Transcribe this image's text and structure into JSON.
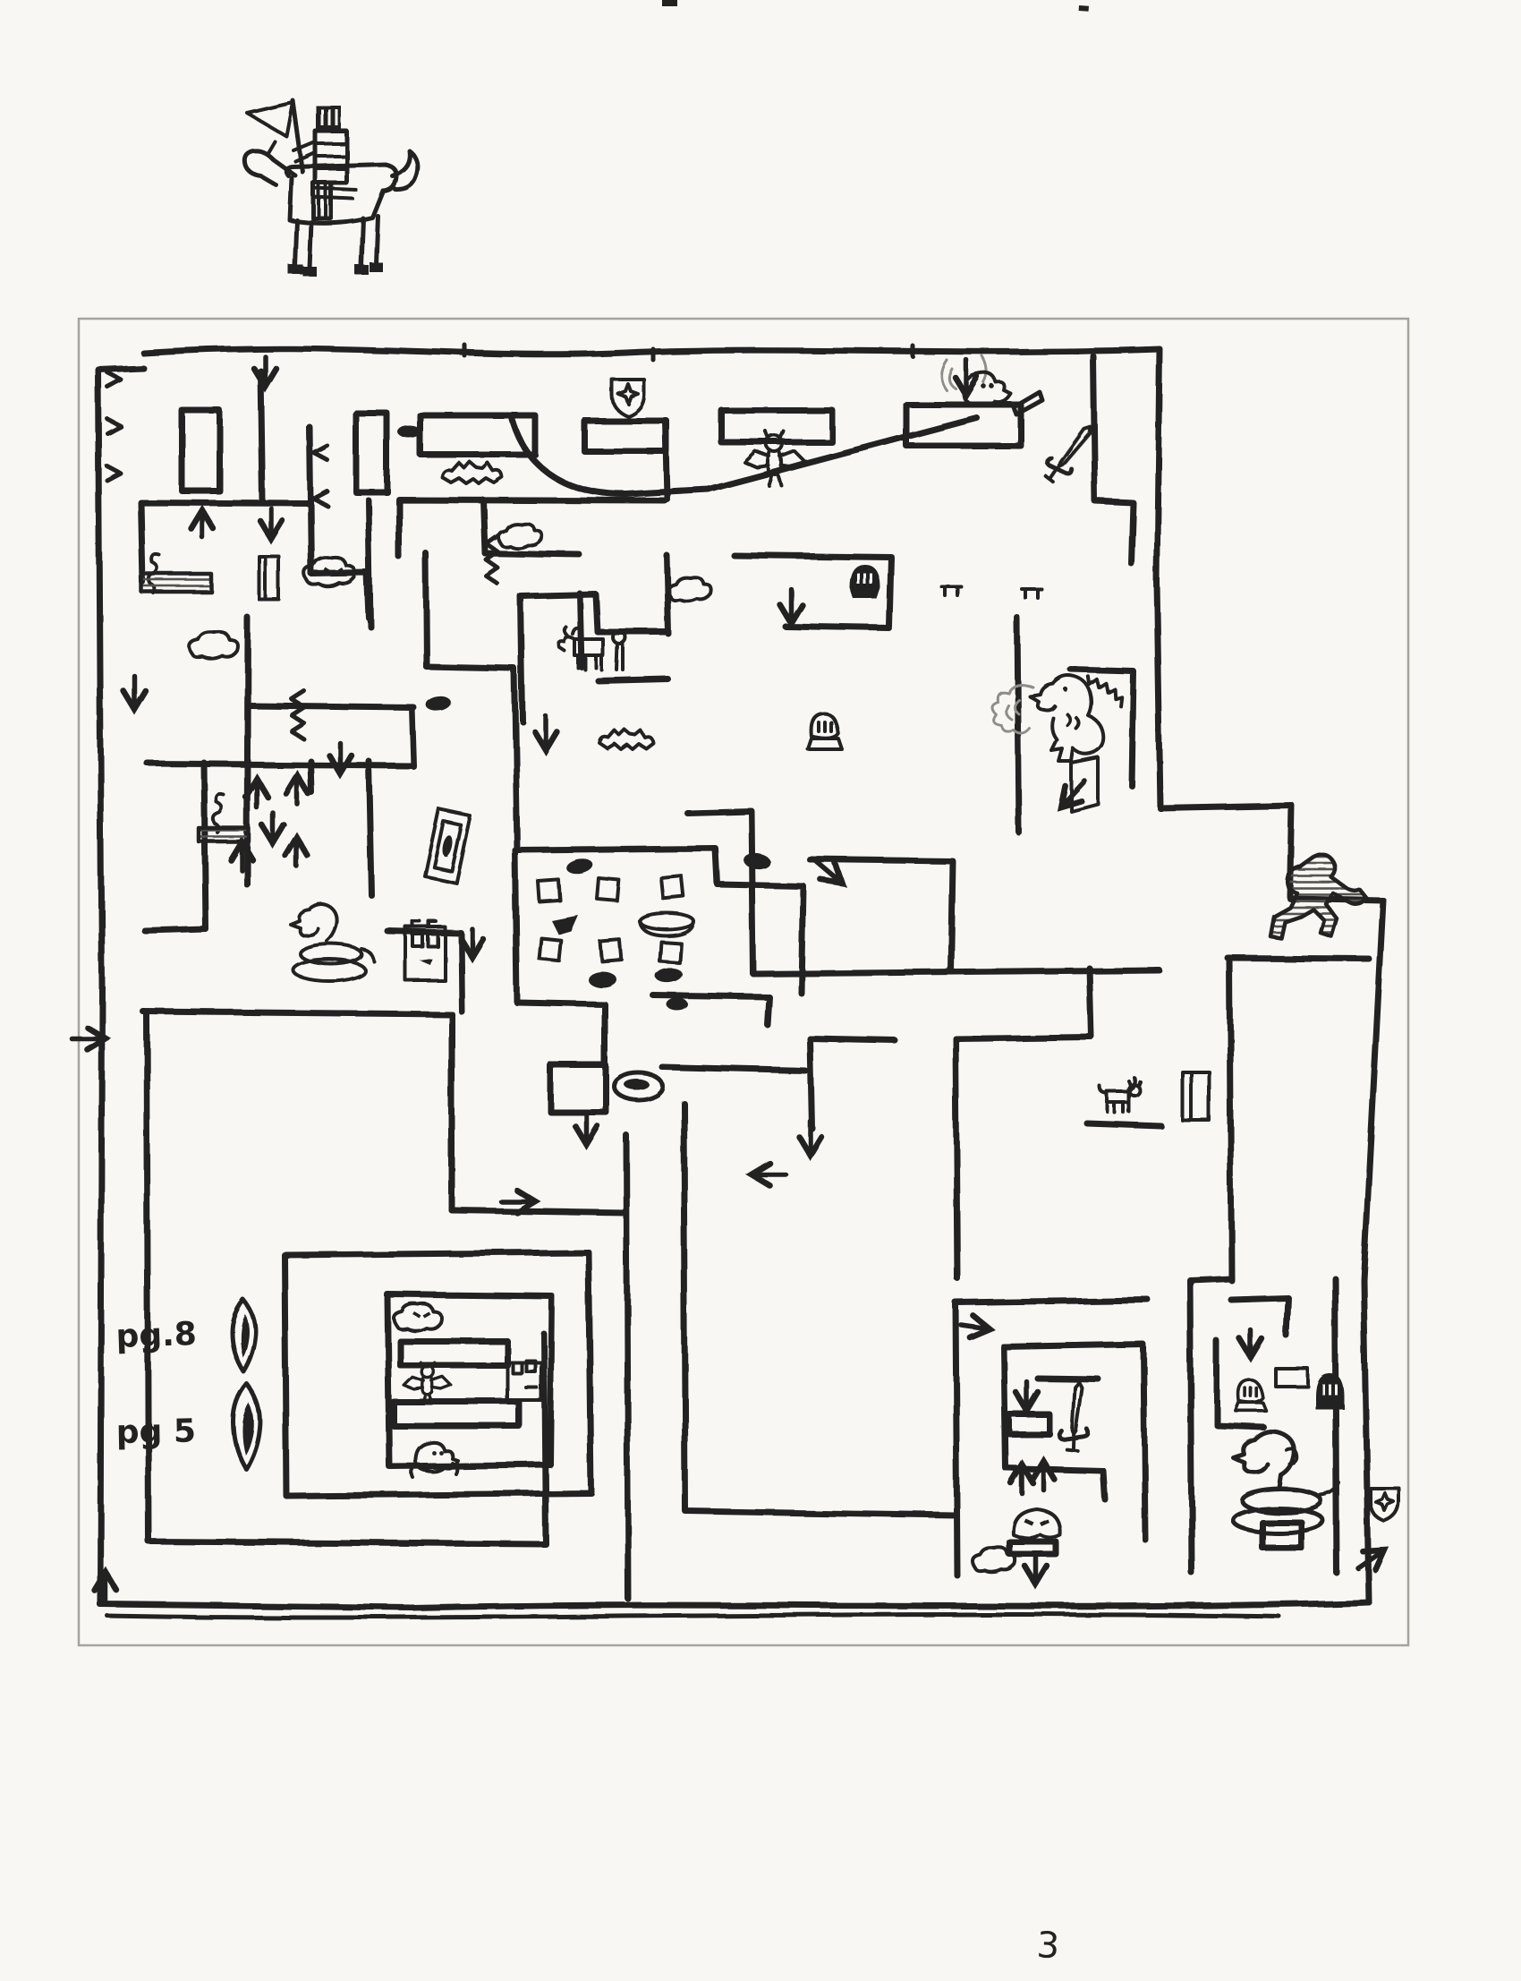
{
  "page": {
    "number": "3",
    "paper_color": "#f8f7f4",
    "ink_color": "#232220",
    "pencil_color": "#a5a39d",
    "description": "hand-drawn dungeon maze page with knight on horseback"
  },
  "maze": {
    "labels": {
      "pg8": "pg.8",
      "pg5": "pg 5"
    },
    "icons": [
      "knight-on-horseback-icon",
      "flag-pennant-icon",
      "shield-star-icon",
      "ghost-icon",
      "sword-icon",
      "bat-icon",
      "owl-icon",
      "cow-icon",
      "club-icon",
      "knight-helmet-dark-icon",
      "knight-helmet-light-icon",
      "dragon-icon",
      "smoke-scribble-icon",
      "cloud-icon",
      "angry-cloud-icon",
      "snake-on-coils-icon",
      "cobra-on-coils-icon",
      "running-man-icon",
      "goomba-icon",
      "cat-icon",
      "picture-frame-eye-icon",
      "potion-cabinet-icon",
      "chest-icon",
      "spring-icon",
      "bowl-icon",
      "ring-icon",
      "ink-bean-icon",
      "loose-box-icon",
      "table-icon",
      "door-panel-icon",
      "eye-token-icon",
      "direction-arrow-icon",
      "spike-teeth-icon"
    ]
  }
}
